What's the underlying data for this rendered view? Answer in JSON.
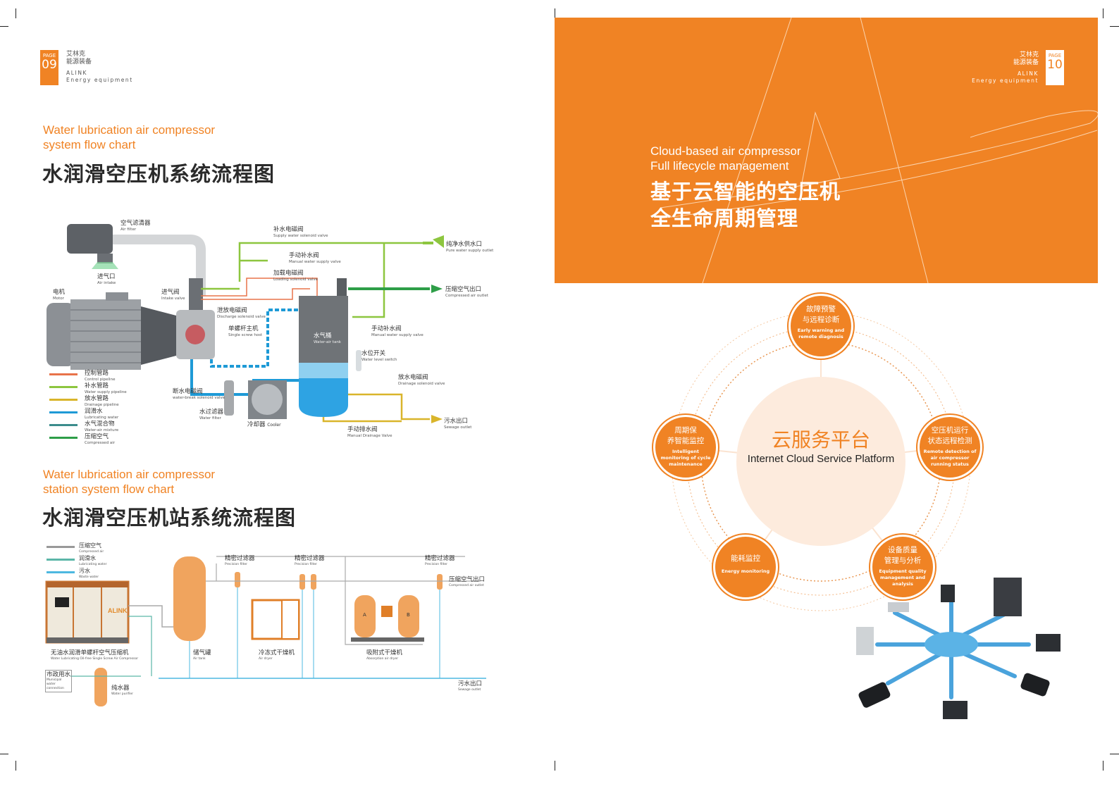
{
  "brand": {
    "cn_line1": "艾林克",
    "cn_line2": "能源装备",
    "en_line1": "ALINK",
    "en_line2": "Energy equipment"
  },
  "colors": {
    "accent": "#F08324",
    "platform_fill": "#FDEBDD"
  },
  "left_page": {
    "page_label": "PAGE",
    "page_number": "09",
    "section1": {
      "subtitle_line1": "Water lubrication air compressor",
      "subtitle_line2": "system flow chart",
      "title": "水润滑空压机系统流程图",
      "labels": [
        {
          "cn": "空气滤清器",
          "en": "Air filter"
        },
        {
          "cn": "进气口",
          "en": "Air intake"
        },
        {
          "cn": "电机",
          "en": "Motor"
        },
        {
          "cn": "进气阀",
          "en": "Intake valve"
        },
        {
          "cn": "泄放电磁阀",
          "en": "Discharge solenoid valve"
        },
        {
          "cn": "单螺杆主机",
          "en": "Single screw host"
        },
        {
          "cn": "断水电磁阀",
          "en": "water-break solenoid valve"
        },
        {
          "cn": "水过滤器",
          "en": "Water filter"
        },
        {
          "cn": "冷却器",
          "en": "Cooler"
        },
        {
          "cn": "补水电磁阀",
          "en": "Supply water solenoid valve"
        },
        {
          "cn": "手动补水阀",
          "en": "Manual water supply valve"
        },
        {
          "cn": "加载电磁阀",
          "en": "Loading solenoid valve"
        },
        {
          "cn": "水气桶",
          "en": "Water-air tank"
        },
        {
          "cn": "手动补水阀",
          "en": "Manual water supply valve"
        },
        {
          "cn": "水位开关",
          "en": "Water level switch"
        },
        {
          "cn": "放水电磁阀",
          "en": "Drainage solenoid valve"
        },
        {
          "cn": "手动排水阀",
          "en": "Manual Drainage Valve"
        },
        {
          "cn": "纯净水供水口",
          "en": "Pure water supply outlet"
        },
        {
          "cn": "压缩空气出口",
          "en": "Compressed air outlet"
        },
        {
          "cn": "污水出口",
          "en": "Sewage outlet"
        }
      ],
      "legend": [
        {
          "cn": "控制管路",
          "en": "Control pipeline",
          "color": "#E8734A"
        },
        {
          "cn": "补水管路",
          "en": "Water supply pipeline",
          "color": "#8DC63F"
        },
        {
          "cn": "放水管路",
          "en": "Drainage pipeline",
          "color": "#D9B52B"
        },
        {
          "cn": "润滑水",
          "en": "Lubricating water",
          "color": "#1E9AD6"
        },
        {
          "cn": "水气混合物",
          "en": "Water-air mixture",
          "color": "#3C8C8C"
        },
        {
          "cn": "压缩空气",
          "en": "Compressed air",
          "color": "#2E9E48"
        }
      ]
    },
    "section2": {
      "subtitle_line1": "Water lubrication air compressor",
      "subtitle_line2": "station system flow chart",
      "title": "水润滑空压机站系统流程图",
      "legend": [
        {
          "cn": "压缩空气",
          "en": "Compressed air",
          "color": "#999999"
        },
        {
          "cn": "润滑水",
          "en": "Lubricating water",
          "color": "#5BB6A8"
        },
        {
          "cn": "污水",
          "en": "Waste water",
          "color": "#4DB8E0"
        }
      ],
      "labels": [
        {
          "cn": "无油水润滑单螺杆空气压缩机",
          "en": "Water Lubricating Oil-free Single Screw Air Compressor"
        },
        {
          "cn": "市政用水",
          "en": "Municipal water connection"
        },
        {
          "cn": "纯水器",
          "en": "Water purifier"
        },
        {
          "cn": "储气罐",
          "en": "Air tank"
        },
        {
          "cn": "精密过滤器",
          "en": "Precision filter"
        },
        {
          "cn": "精密过滤器",
          "en": "Precision filter"
        },
        {
          "cn": "精密过滤器",
          "en": "Precision filter"
        },
        {
          "cn": "冷冻式干燥机",
          "en": "Air dryer"
        },
        {
          "cn": "吸附式干燥机",
          "en": "Absorption air dryer"
        },
        {
          "cn": "压缩空气出口",
          "en": "Compressed air outlet"
        },
        {
          "cn": "污水出口",
          "en": "Sewage outlet"
        }
      ],
      "compressor_logo": "ALINK",
      "dryer_tanks": [
        "A",
        "B"
      ]
    }
  },
  "right_page": {
    "page_label": "PAGE",
    "page_number": "10",
    "subtitle_line1": "Cloud-based air compressor",
    "subtitle_line2": "Full lifecycle management",
    "title_line1": "基于云智能的空压机",
    "title_line2": "全生命周期管理",
    "platform": {
      "cn": "云服务平台",
      "en": "Internet Cloud Service Platform"
    },
    "nodes": [
      {
        "cn1": "故障预警",
        "cn2": "与远程诊断",
        "en": "Early warning and remote diagnosis"
      },
      {
        "cn1": "周期保",
        "cn2": "养智能监控",
        "en": "Intelligent monitoring of cycle maintenance"
      },
      {
        "cn1": "空压机运行",
        "cn2": "状态远程检测",
        "en": "Remote detection of air compressor running status"
      },
      {
        "cn1": "能耗监控",
        "cn2": "",
        "en": "Energy monitoring"
      },
      {
        "cn1": "设备质量",
        "cn2": "管理与分析",
        "en": "Equipment quality management and analysis"
      }
    ]
  }
}
